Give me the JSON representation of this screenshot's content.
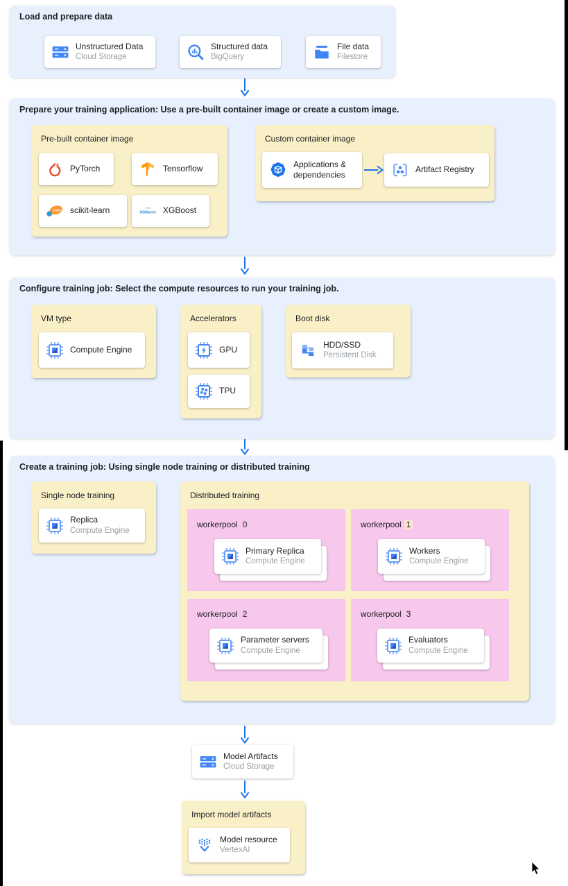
{
  "colors": {
    "section_bg": "#e8f0fe",
    "group_bg": "#faf0c8",
    "pool_bg": "#f7c7ec",
    "arrow_blue": "#1a73e8",
    "icon_blue": "#4285f4",
    "title_text": "#202124",
    "subtitle_text": "#9aa0a6",
    "number_highlight": "#fbe4d0",
    "pytorch_orange": "#ee4c2c",
    "tensorflow_orange": "#ff9800"
  },
  "sections": {
    "load": {
      "title": "Load and prepare data",
      "cards": [
        {
          "icon": "cloud-storage-icon",
          "title": "Unstructured Data",
          "subtitle": "Cloud Storage"
        },
        {
          "icon": "bigquery-icon",
          "title": "Structured data",
          "subtitle": "BigQuery"
        },
        {
          "icon": "filestore-icon",
          "title": "File data",
          "subtitle": "Filestore"
        }
      ]
    },
    "prepare": {
      "title": "Prepare your training application: Use a pre-built container image or create a custom image.",
      "prebuilt": {
        "title": "Pre-built container image",
        "cards": [
          {
            "icon": "pytorch-icon",
            "title": "PyTorch"
          },
          {
            "icon": "tensorflow-icon",
            "title": "Tensorflow"
          },
          {
            "icon": "scikit-learn-icon",
            "title": "scikit-learn"
          },
          {
            "icon": "xgboost-icon",
            "title": "XGBoost"
          }
        ]
      },
      "custom": {
        "title": "Custom container image",
        "cards": [
          {
            "icon": "applications-dependencies-icon",
            "title": "Applications & dependencies"
          },
          {
            "icon": "artifact-registry-icon",
            "title": "Artifact Registry"
          }
        ]
      }
    },
    "configure": {
      "title": "Configure training job: Select the compute resources to run your training job.",
      "vm": {
        "title": "VM type",
        "card": {
          "icon": "compute-engine-icon",
          "title": "Compute Engine"
        }
      },
      "accelerators": {
        "title": "Accelerators",
        "cards": [
          {
            "icon": "gpu-icon",
            "title": "GPU"
          },
          {
            "icon": "tpu-icon",
            "title": "TPU"
          }
        ]
      },
      "boot": {
        "title": "Boot disk",
        "card": {
          "icon": "persistent-disk-icon",
          "title": "HDD/SSD",
          "subtitle": "Persistent Disk"
        }
      }
    },
    "create": {
      "title": "Create a training job: Using single node training or distributed training",
      "single": {
        "title": "Single node training",
        "card": {
          "icon": "compute-engine-icon",
          "title": "Replica",
          "subtitle": "Compute Engine"
        }
      },
      "distributed": {
        "title": "Distributed training",
        "pools": [
          {
            "label": "workerpool",
            "number": "0",
            "number_highlighted": false,
            "card": {
              "icon": "compute-engine-icon",
              "title": "Primary Replica",
              "subtitle": "Compute Engine"
            }
          },
          {
            "label": "workerpool",
            "number": "1",
            "number_highlighted": true,
            "card": {
              "icon": "compute-engine-icon",
              "title": "Workers",
              "subtitle": "Compute Engine"
            }
          },
          {
            "label": "workerpool",
            "number": "2",
            "number_highlighted": false,
            "card": {
              "icon": "compute-engine-icon",
              "title": "Parameter servers",
              "subtitle": "Compute Engine"
            }
          },
          {
            "label": "workerpool",
            "number": "3",
            "number_highlighted": false,
            "card": {
              "icon": "compute-engine-icon",
              "title": "Evaluators",
              "subtitle": "Compute Engine"
            }
          }
        ]
      }
    },
    "model_artifacts": {
      "icon": "cloud-storage-icon",
      "title": "Model Artifacts",
      "subtitle": "Cloud Storage"
    },
    "import": {
      "title": "Import model artifacts",
      "card": {
        "icon": "vertex-ai-icon",
        "title": "Model resource",
        "subtitle": "VertexAI"
      }
    }
  }
}
